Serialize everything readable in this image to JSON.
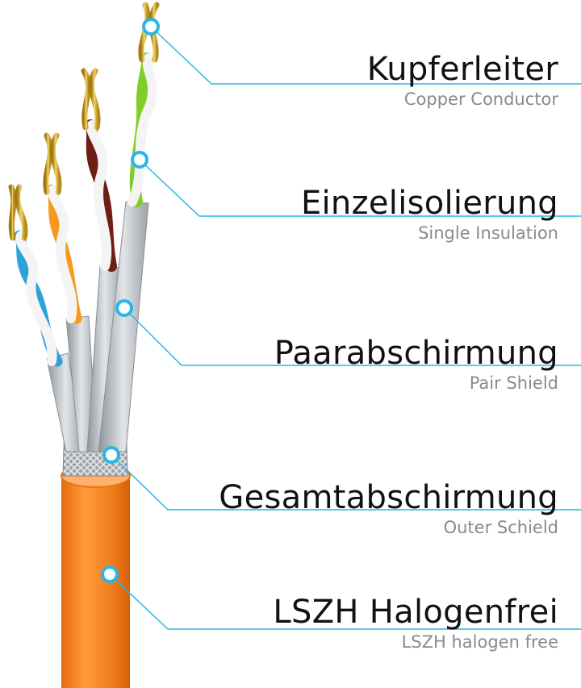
{
  "colors": {
    "callout": "#29b6e6",
    "jacket": "#f07d1c",
    "shield": "#b8bcc0",
    "gold": "#d8b23a"
  },
  "labels": [
    {
      "de": "Kupferleiter",
      "en": "Copper Conductor"
    },
    {
      "de": "Einzelisolierung",
      "en": "Single Insulation"
    },
    {
      "de": "Paarabschirmung",
      "en": "Pair Shield"
    },
    {
      "de": "Gesamtabschirmung",
      "en": "Outer Schield"
    },
    {
      "de": "LSZH Halogenfrei",
      "en": "LSZH halogen free"
    }
  ]
}
